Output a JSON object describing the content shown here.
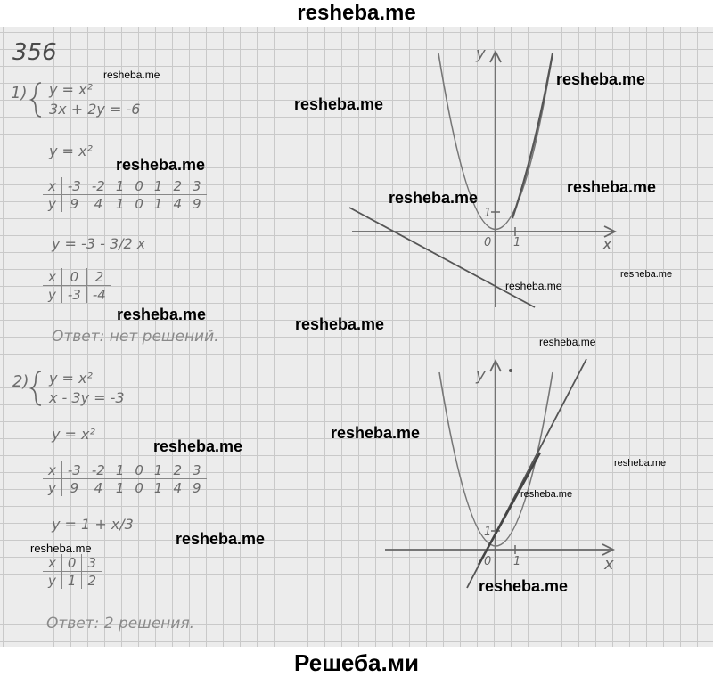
{
  "site_header": "resheba.me",
  "site_footer": "Решеба.ми",
  "problem_number": "356",
  "part1": {
    "label": "1)",
    "eq1": "y = x²",
    "eq2": "3x + 2y = -6",
    "table1_caption": "y = x²",
    "table1": {
      "x_label": "x",
      "y_label": "y",
      "x": [
        "-3",
        "-2",
        "1",
        "0",
        "1",
        "2",
        "3"
      ],
      "y": [
        "9",
        "4",
        "1",
        "0",
        "1",
        "4",
        "9"
      ]
    },
    "table2_caption": "y = -3 - 3/2 x",
    "table2": {
      "x_label": "x",
      "y_label": "y",
      "x": [
        "0",
        "2"
      ],
      "y": [
        "-3",
        "-4"
      ]
    },
    "answer": "Ответ: нет решений.",
    "graph": {
      "x_axis": "x",
      "y_axis": "y",
      "origin": "0",
      "unit_x": "1",
      "unit_y": "1"
    }
  },
  "part2": {
    "label": "2)",
    "eq1": "y = x²",
    "eq2": "x - 3y = -3",
    "table1_caption": "y = x²",
    "table1": {
      "x_label": "x",
      "y_label": "y",
      "x": [
        "-3",
        "-2",
        "1",
        "0",
        "1",
        "2",
        "3"
      ],
      "y": [
        "9",
        "4",
        "1",
        "0",
        "1",
        "4",
        "9"
      ]
    },
    "table2_caption": "y = 1 + x/3",
    "table2": {
      "x_label": "x",
      "y_label": "y",
      "x": [
        "0",
        "3"
      ],
      "y": [
        "1",
        "2"
      ]
    },
    "answer": "Ответ: 2 решения.",
    "graph": {
      "x_axis": "x",
      "y_axis": "y",
      "origin": "0",
      "unit_x": "1",
      "unit_y": "1"
    }
  },
  "watermarks": [
    "resheba.me",
    "resheba.me",
    "resheba.me",
    "resheba.me",
    "resheba.me",
    "resheba.me",
    "resheba.me",
    "resheba.me",
    "resheba.me",
    "resheba.me",
    "resheba.me",
    "resheba.me",
    "resheba.me",
    "resheba.me",
    "resheba.me",
    "resheba.me"
  ]
}
